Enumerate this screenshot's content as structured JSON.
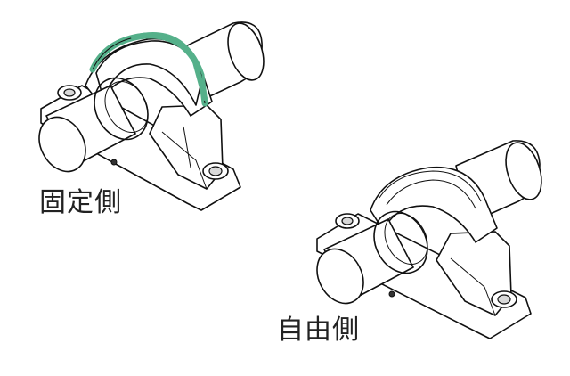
{
  "labels": {
    "fixed_side": "固定側",
    "free_side": "自由側"
  },
  "colors": {
    "ring_highlight": "#55b08a",
    "line": "#111111",
    "background": "#ffffff"
  },
  "icons": {
    "fixed_unit": "plummer-block-bearing-fixed-illustration",
    "free_unit": "plummer-block-bearing-free-illustration"
  }
}
